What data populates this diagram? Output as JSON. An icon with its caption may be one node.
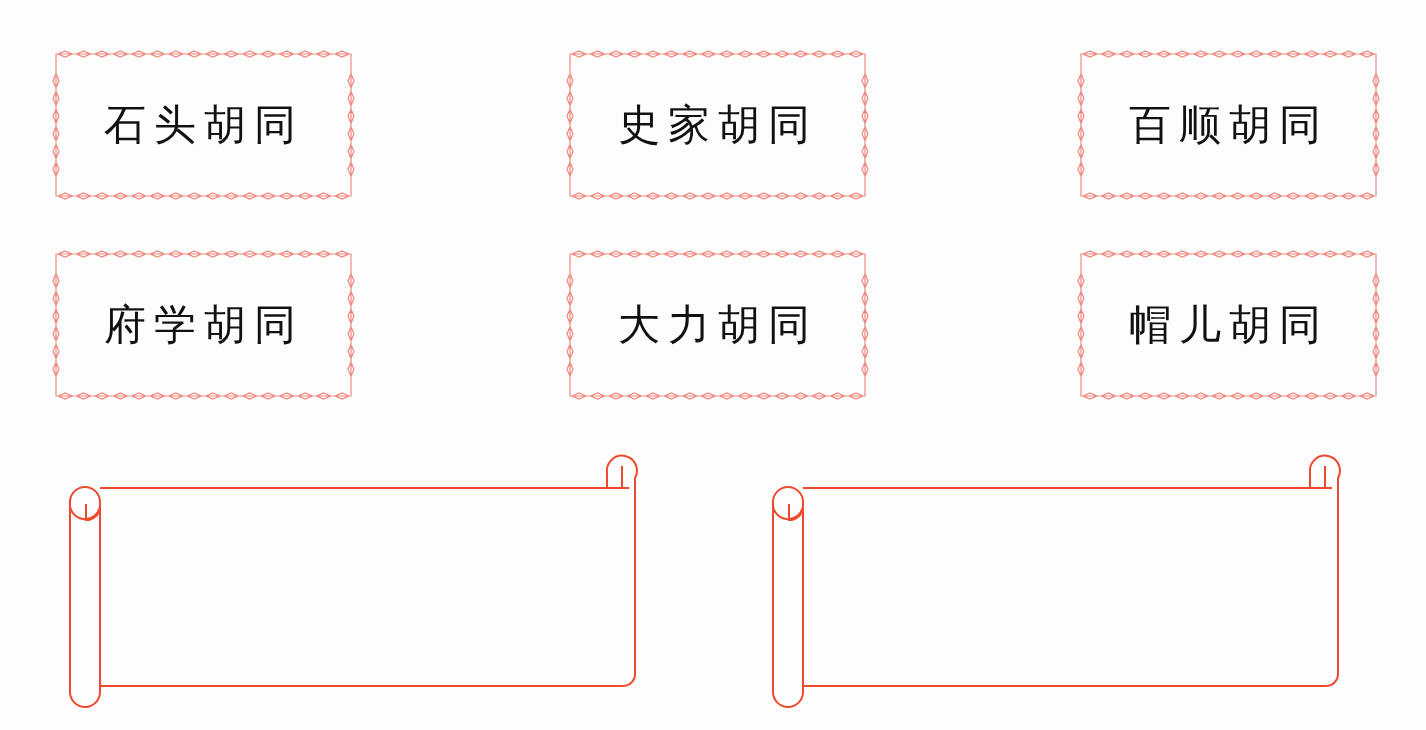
{
  "diagram": {
    "nodes": [
      {
        "text": [
          "石头胡同"
        ]
      },
      {
        "text": [
          "史家胡同"
        ]
      },
      {
        "text": [
          "百顺胡同"
        ]
      },
      {
        "text": [
          "府学胡同"
        ]
      },
      {
        "text": [
          "大力胡同"
        ]
      },
      {
        "text": [
          "帽儿胡同"
        ]
      },
      {
        "text": [],
        "shape": "scroll"
      },
      {
        "text": [],
        "shape": "scroll"
      }
    ]
  }
}
